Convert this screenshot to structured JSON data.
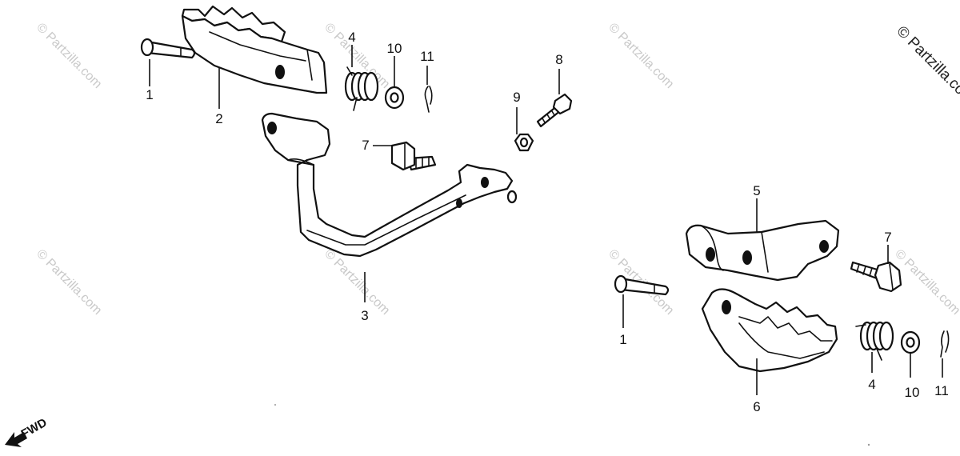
{
  "labels": {
    "pin_left": "1",
    "peg_left": "2",
    "bracket": "3",
    "spring_left": "4",
    "washer_left": "10",
    "cotter_left": "11",
    "bolt_left": "7",
    "bolt_long": "8",
    "nut": "9",
    "holder_right": "5",
    "bolt_right": "7",
    "pin_right": "1",
    "peg_right": "6",
    "spring_right": "4",
    "washer_right": "10",
    "cotter_right": "11"
  },
  "watermark": {
    "small": "© Partzilla.com",
    "corner": "© Partzilla.com"
  },
  "fwd_label": "FWD"
}
